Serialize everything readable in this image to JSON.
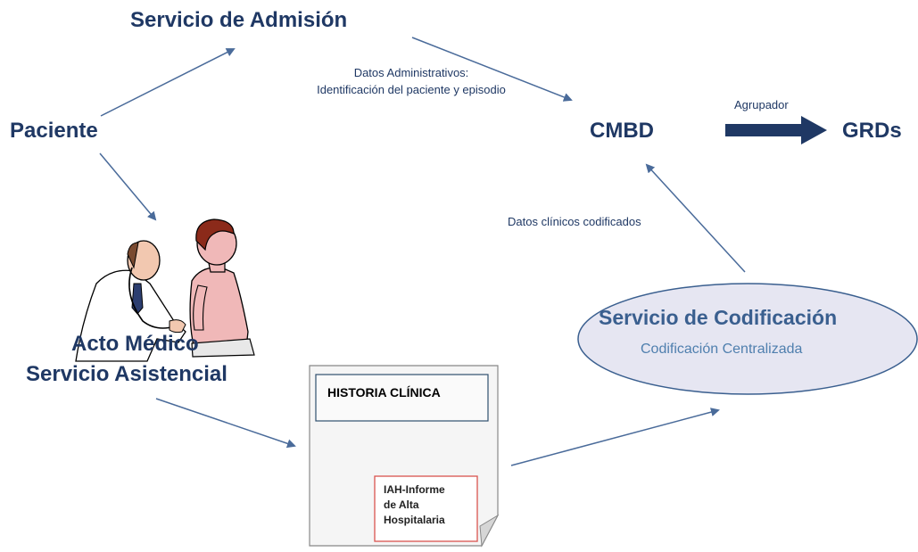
{
  "nodes": {
    "admision": "Servicio de Admisión",
    "paciente": "Paciente",
    "cmbd": "CMBD",
    "grds": "GRDs",
    "acto_medico": "Acto Médico",
    "servicio_asistencial": "Servicio Asistencial",
    "codificacion_title": "Servicio de Codificación",
    "codificacion_sub": "Codificación Centralizada"
  },
  "edge_labels": {
    "datos_admin_1": "Datos Administrativos:",
    "datos_admin_2": "Identificación del paciente y episodio",
    "agrupador": "Agrupador",
    "datos_clinicos": "Datos clínicos codificados"
  },
  "document": {
    "title": "HISTORIA CLÍNICA",
    "iah_line1": "IAH-Informe",
    "iah_line2": "de Alta",
    "iah_line3": "Hospitalaria"
  },
  "colors": {
    "text": "#1f3864",
    "arrow": "#4a6b9a",
    "big_arrow": "#1f3864",
    "ellipse_fill": "#e6e6f2",
    "ellipse_stroke": "#3a5f8f",
    "iah_border": "#d9534f"
  }
}
